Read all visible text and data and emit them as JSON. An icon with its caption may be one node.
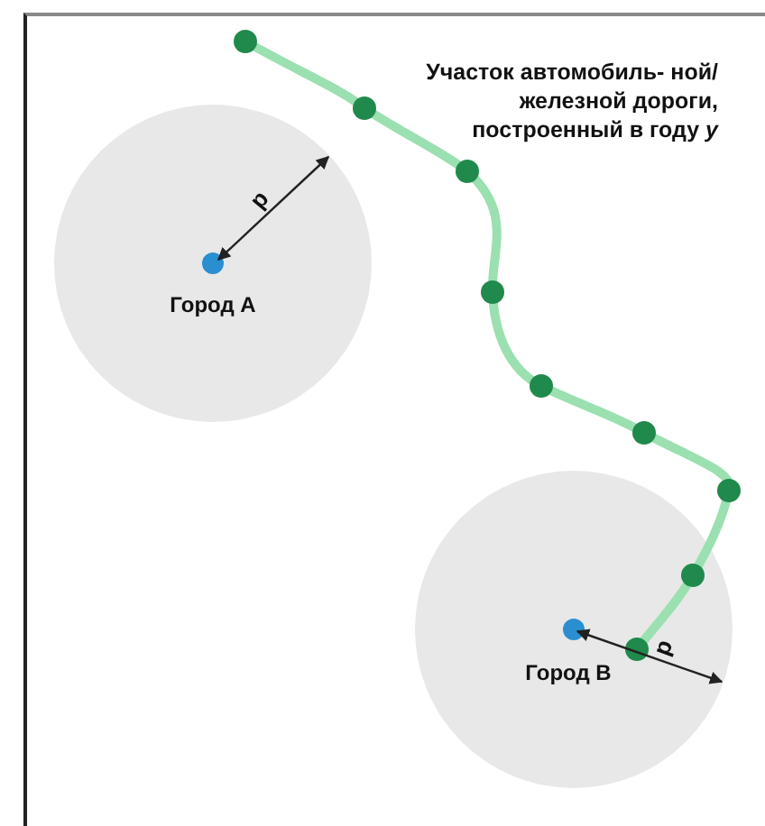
{
  "diagram": {
    "nodes": [
      {
        "text": [
          "Город А"
        ]
      },
      {
        "text": [
          "Город B"
        ]
      }
    ],
    "labels": [
      "Участок автомобиль- ной/железной дороги, построенный в году *y*",
      "d",
      "d"
    ]
  }
}
